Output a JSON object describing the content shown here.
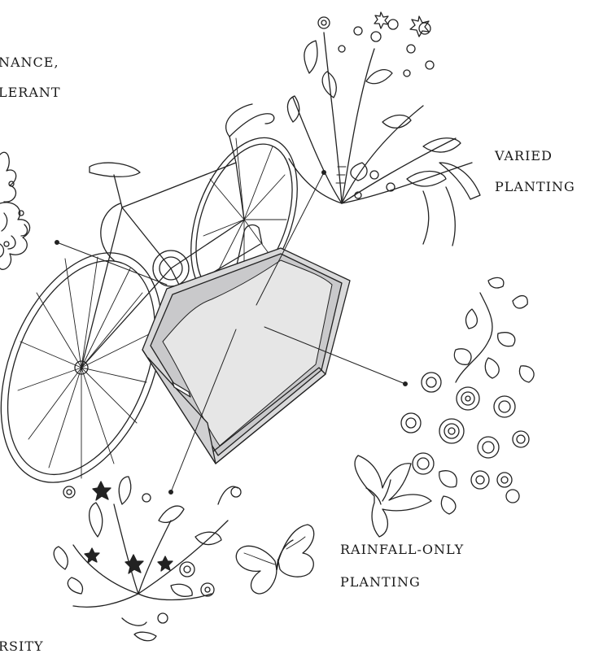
{
  "labels": {
    "low_maintenance_line1": "NANCE,",
    "low_maintenance_line2": "LERANT",
    "varied_line1": "VARIED",
    "varied_line2": "PLANTING",
    "rainfall_line1": "RAINFALL-ONLY",
    "rainfall_line2": "PLANTING",
    "biodiversity": "RSITY"
  },
  "colors": {
    "line": "#222222",
    "planter_fill": "#d9d9da",
    "planter_inner": "#c9c9cb",
    "soil": "#e6e6e6"
  },
  "illustrations": {
    "bicycle": "bicycle",
    "planter": "planter-box",
    "plants": [
      "shrub-left",
      "tall-flowers-top",
      "succulents-right",
      "wildflowers-bottom"
    ],
    "insect": "butterfly"
  }
}
